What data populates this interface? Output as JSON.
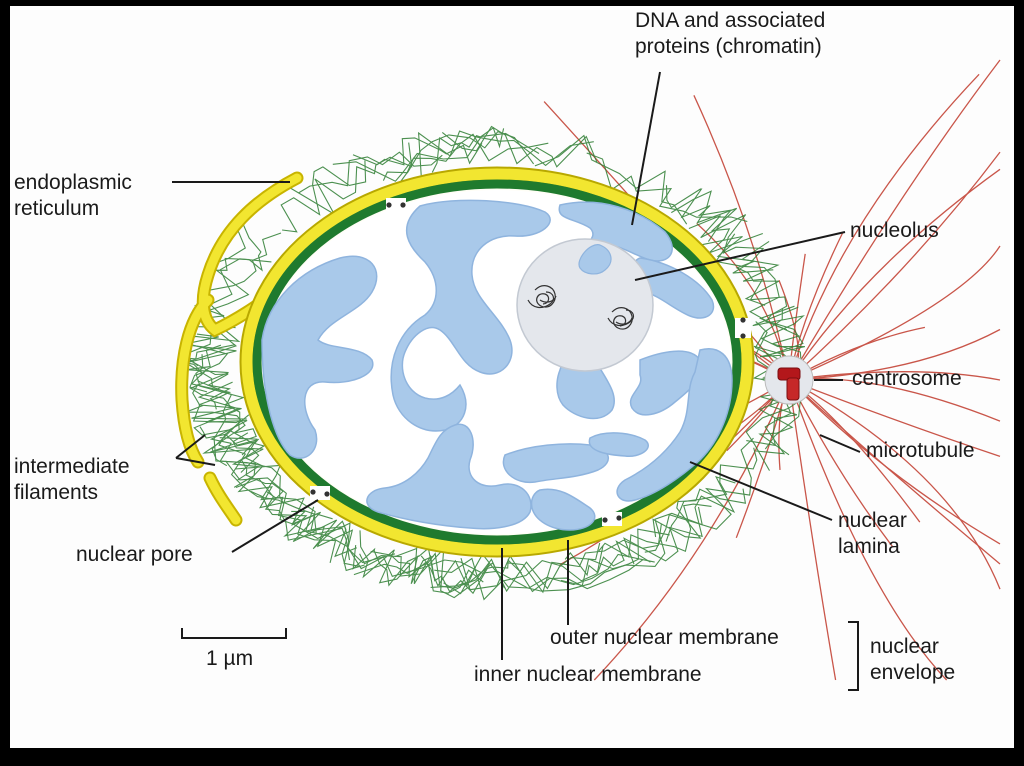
{
  "labels": {
    "dna_line1": "DNA and associated",
    "dna_line2": "proteins (chromatin)",
    "er_line1": "endoplasmic",
    "er_line2": "reticulum",
    "nucleolus": "nucleolus",
    "centrosome": "centrosome",
    "microtubule": "microtubule",
    "intermediate_line1": "intermediate",
    "intermediate_line2": "filaments",
    "nuclear_pore": "nuclear pore",
    "lamina_line1": "nuclear",
    "lamina_line2": "lamina",
    "outer_membrane": "outer nuclear membrane",
    "inner_membrane": "inner nuclear membrane",
    "envelope_line1": "nuclear",
    "envelope_line2": "envelope",
    "scale": "1 µm"
  },
  "colors": {
    "chromatin": "#a9c9ea",
    "lamina": "#1f7a2e",
    "membrane": "#f2e630",
    "nucleolus": "#e4e7ec",
    "microtubule": "#c0392b",
    "filament": "#2e7d32",
    "centriole": "#b3171b"
  }
}
